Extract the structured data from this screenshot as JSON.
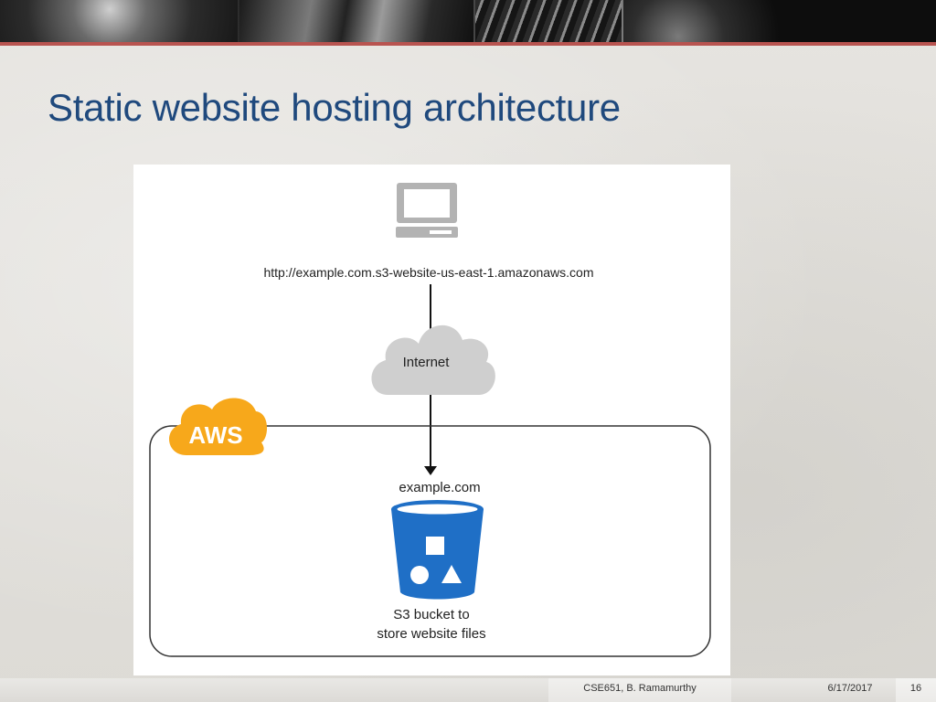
{
  "slide": {
    "title": "Static website hosting architecture"
  },
  "diagram": {
    "url_label": "http://example.com.s3-website-us-east-1.amazonaws.com",
    "cloud_label": "Internet",
    "aws_badge": "AWS",
    "domain_label": "example.com",
    "bucket_label_line1": "S3 bucket to",
    "bucket_label_line2": "store website files",
    "colors": {
      "computer": "#b3b3b3",
      "cloud": "#cfcfcf",
      "aws_orange": "#f7a81b",
      "bucket_blue": "#1f6fc6"
    }
  },
  "footer": {
    "author": "CSE651, B. Ramamurthy",
    "date": "6/17/2017",
    "page_number": "16"
  }
}
